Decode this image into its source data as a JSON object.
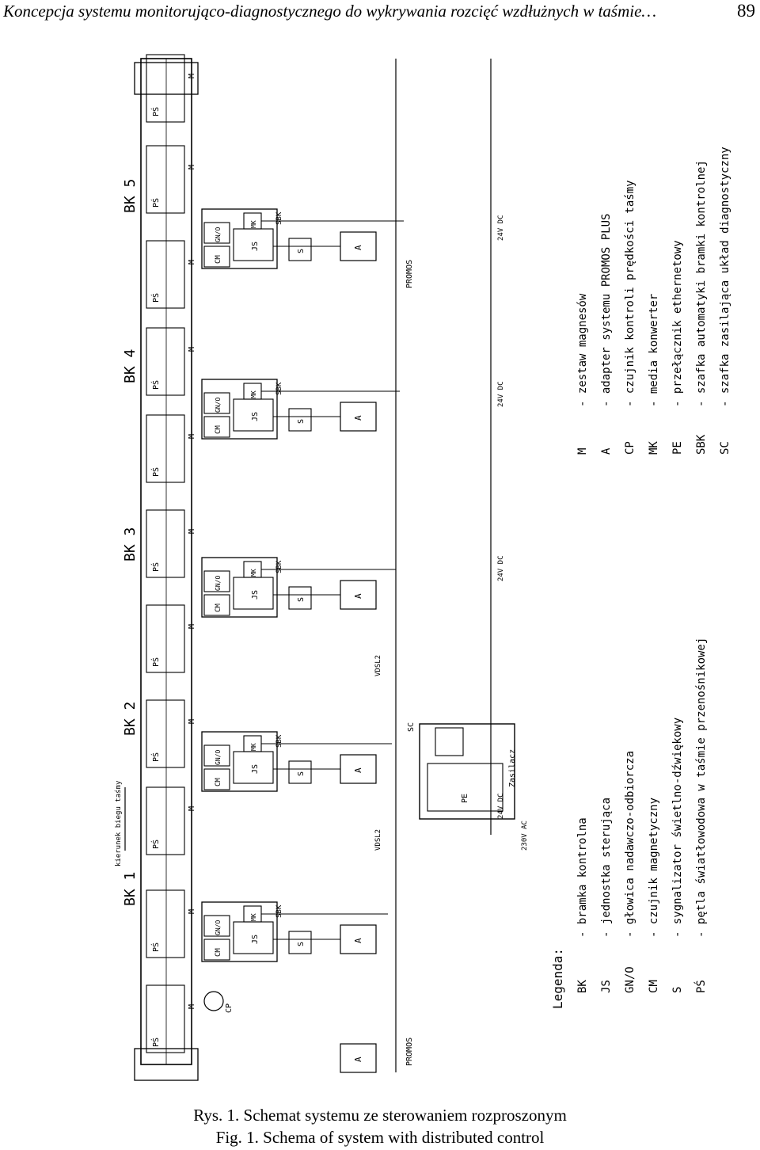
{
  "header": {
    "title": "Koncepcja systemu monitorująco-diagnostycznego do wykrywania rozcięć wzdłużnych w taśmie…",
    "page_number": "89"
  },
  "diagram": {
    "gates": [
      "BK 1",
      "BK 2",
      "BK 3",
      "BK 4",
      "BK 5"
    ],
    "gate_labels": {
      "ps": "PŚ",
      "m": "M",
      "sbk": "SBK",
      "js": "JS",
      "mk": "MK",
      "gno": "GN/O",
      "cm": "CM",
      "s": "S",
      "a": "A"
    },
    "labels": {
      "direction": "kierunek biegu taśmy",
      "promos": "PROMOS",
      "cp": "CP",
      "vdsl": "VDSL2",
      "dc24": "24V DC",
      "ac230": "230V AC",
      "sc": "SC",
      "pe": "PE",
      "zasilacz": "Zasilacz"
    },
    "legend": {
      "title": "Legenda:",
      "left": [
        {
          "code": "BK",
          "desc": "- bramka kontrolna"
        },
        {
          "code": "JS",
          "desc": "- jednostka sterująca"
        },
        {
          "code": "GN/O",
          "desc": "- głowica nadawczo-odbiorcza"
        },
        {
          "code": "CM",
          "desc": "- czujnik magnetyczny"
        },
        {
          "code": "S",
          "desc": "- sygnalizator świetlno-dźwiękowy"
        },
        {
          "code": "PŚ",
          "desc": "- pętla światłowodowa w taśmie przenośnikowej"
        }
      ],
      "right": [
        {
          "code": "M",
          "desc": "- zestaw magnesów"
        },
        {
          "code": "A",
          "desc": "- adapter systemu PROMOS PLUS"
        },
        {
          "code": "CP",
          "desc": "- czujnik kontroli prędkości taśmy"
        },
        {
          "code": "MK",
          "desc": "- media konwerter"
        },
        {
          "code": "PE",
          "desc": "- przełącznik ethernetowy"
        },
        {
          "code": "SBK",
          "desc": "- szafka automatyki bramki kontrolnej"
        },
        {
          "code": "SC",
          "desc": "- szafka zasilająca układ diagnostyczny"
        }
      ]
    }
  },
  "captions": {
    "pl": "Rys. 1. Schemat systemu ze sterowaniem rozproszonym",
    "en": "Fig. 1. Schema of system with distributed control"
  }
}
